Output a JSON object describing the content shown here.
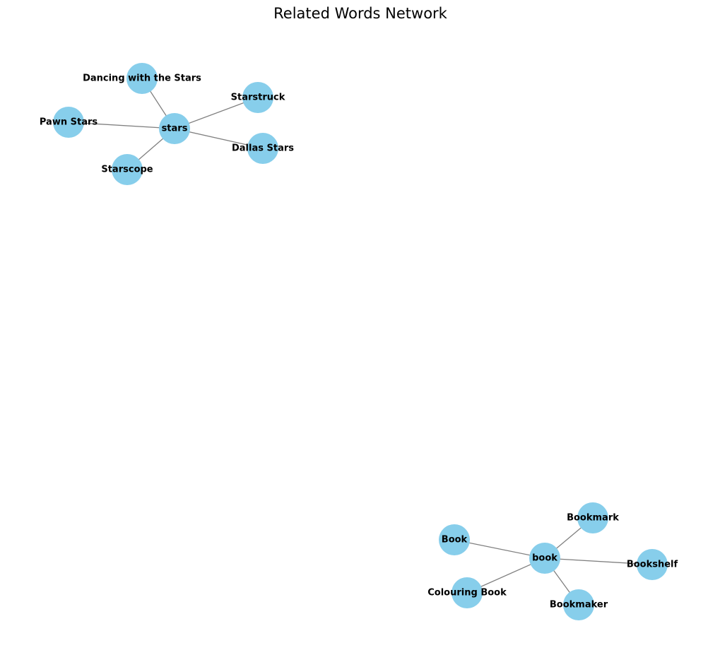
{
  "title": "Related Words Network",
  "colors": {
    "node_fill": "#87ceeb",
    "edge_stroke": "#808080",
    "label_text": "#000000",
    "background": "#ffffff"
  },
  "graph": {
    "nodes": [
      {
        "id": "stars",
        "label": "stars"
      },
      {
        "id": "dancing-with-the-stars",
        "label": "Dancing with the Stars"
      },
      {
        "id": "starstruck",
        "label": "Starstruck"
      },
      {
        "id": "pawn-stars",
        "label": "Pawn Stars"
      },
      {
        "id": "dallas-stars",
        "label": "Dallas Stars"
      },
      {
        "id": "starscope",
        "label": "Starscope"
      },
      {
        "id": "book",
        "label": "book"
      },
      {
        "id": "bookmark",
        "label": "Bookmark"
      },
      {
        "id": "book-cap",
        "label": "Book"
      },
      {
        "id": "bookshelf",
        "label": "Bookshelf"
      },
      {
        "id": "colouring-book",
        "label": "Colouring Book"
      },
      {
        "id": "bookmaker",
        "label": "Bookmaker"
      }
    ],
    "edges": [
      {
        "source": "stars",
        "target": "dancing-with-the-stars"
      },
      {
        "source": "stars",
        "target": "starstruck"
      },
      {
        "source": "stars",
        "target": "pawn-stars"
      },
      {
        "source": "stars",
        "target": "dallas-stars"
      },
      {
        "source": "stars",
        "target": "starscope"
      },
      {
        "source": "book",
        "target": "bookmark"
      },
      {
        "source": "book",
        "target": "book-cap"
      },
      {
        "source": "book",
        "target": "bookshelf"
      },
      {
        "source": "book",
        "target": "colouring-book"
      },
      {
        "source": "book",
        "target": "bookmaker"
      }
    ]
  }
}
